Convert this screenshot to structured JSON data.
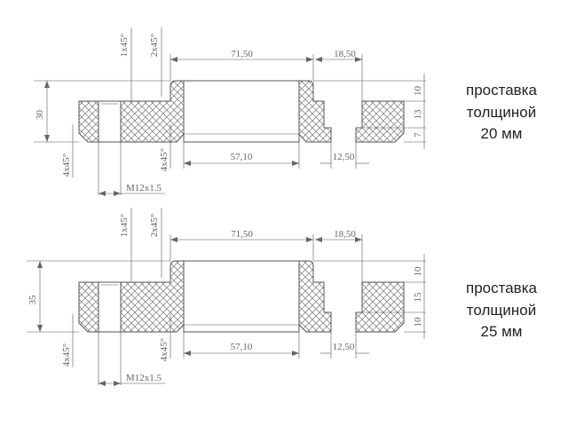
{
  "drawings": [
    {
      "thickness_total": "30",
      "dims": {
        "bore_top": "71,50",
        "step": "18,50",
        "bore_bottom": "57,10",
        "hole": "12,50",
        "thread": "M12x1.5",
        "chamfer1": "1x45°",
        "chamfer2": "2x45°",
        "chamfer_left": "4x45°",
        "chamfer_mid": "4x45°"
      },
      "right_dims": [
        "10",
        "13",
        "7"
      ],
      "caption": [
        "проставка",
        "толщиной",
        "20 мм"
      ]
    },
    {
      "thickness_total": "35",
      "dims": {
        "bore_top": "71,50",
        "step": "18,50",
        "bore_bottom": "57,10",
        "hole": "12,50",
        "thread": "M12x1.5",
        "chamfer1": "1x45°",
        "chamfer2": "2x45°",
        "chamfer_left": "4x45°",
        "chamfer_mid": "4x45°"
      },
      "right_dims": [
        "10",
        "15",
        "10"
      ],
      "caption": [
        "проставка",
        "толщиной",
        "25 мм"
      ]
    }
  ],
  "colors": {
    "line": "#555555",
    "hatch": "#777777",
    "text": "#666666"
  }
}
